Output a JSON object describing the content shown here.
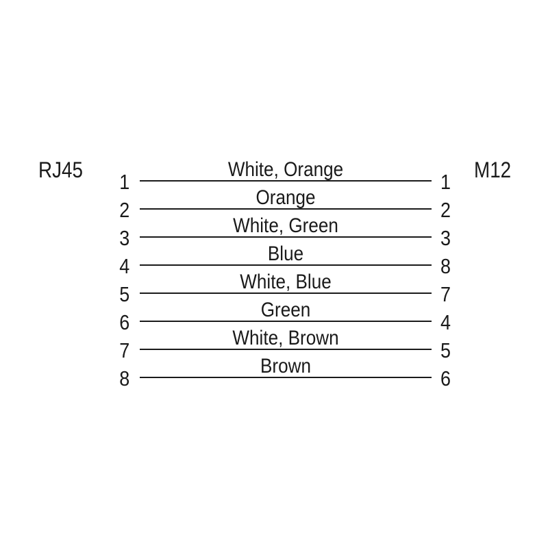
{
  "diagram": {
    "left_connector": "RJ45",
    "right_connector": "M12",
    "rows": [
      {
        "left_pin": "1",
        "label": "White, Orange",
        "right_pin": "1"
      },
      {
        "left_pin": "2",
        "label": "Orange",
        "right_pin": "2"
      },
      {
        "left_pin": "3",
        "label": "White, Green",
        "right_pin": "3"
      },
      {
        "left_pin": "4",
        "label": "Blue",
        "right_pin": "8"
      },
      {
        "left_pin": "5",
        "label": "White, Blue",
        "right_pin": "7"
      },
      {
        "left_pin": "6",
        "label": "Green",
        "right_pin": "4"
      },
      {
        "left_pin": "7",
        "label": "White, Brown",
        "right_pin": "5"
      },
      {
        "left_pin": "8",
        "label": "Brown",
        "right_pin": "6"
      }
    ],
    "colors": {
      "text": "#1a1a1a",
      "line": "#1a1a1a",
      "background": "#ffffff"
    }
  }
}
